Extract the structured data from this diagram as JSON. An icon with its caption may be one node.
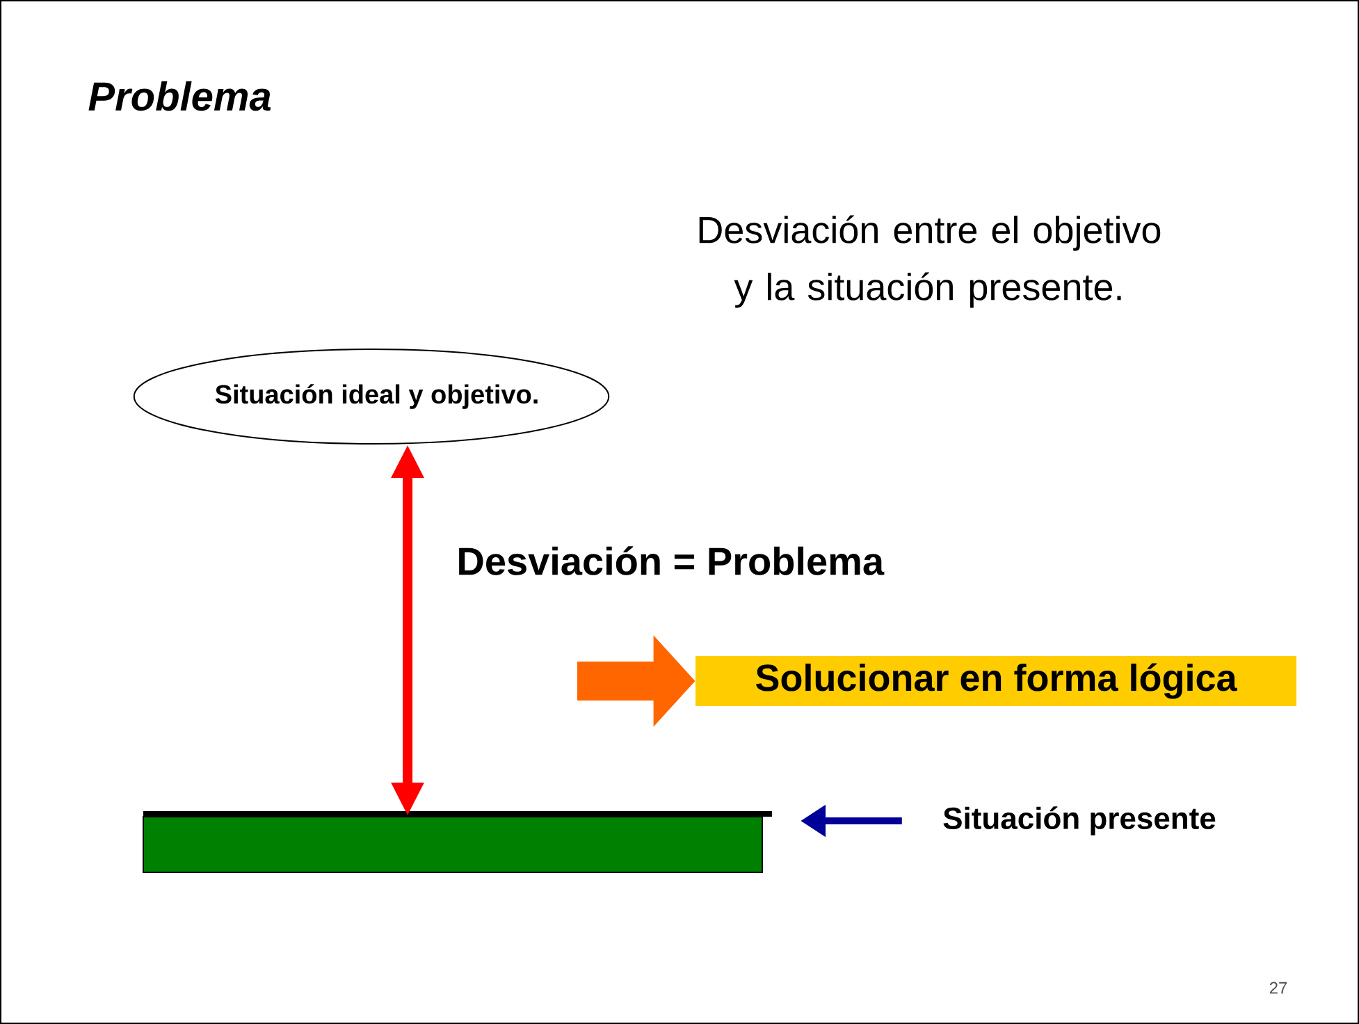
{
  "diagram": {
    "title": "Problema",
    "nodes": [
      {
        "text": [
          "Situación ideal y objetivo."
        ]
      },
      {
        "text": [],
        "shape": "bar"
      },
      {
        "text": [
          "Solucionar en forma lógica"
        ]
      },
      {
        "text": [
          "Situación presente"
        ]
      }
    ],
    "edges": [
      {
        "from": 0,
        "to": 1,
        "arrow": "both",
        "color": "#ff0000"
      },
      {
        "from": null,
        "to": 2,
        "arrow": "to",
        "style": "thick",
        "color": "#ff6600"
      },
      {
        "from": 3,
        "to": 1,
        "arrow": "to",
        "color": "#000099"
      }
    ],
    "labels": [
      "Desviación entre el objetivo y la situación presente.",
      "Desviación = Problema",
      "27"
    ]
  }
}
